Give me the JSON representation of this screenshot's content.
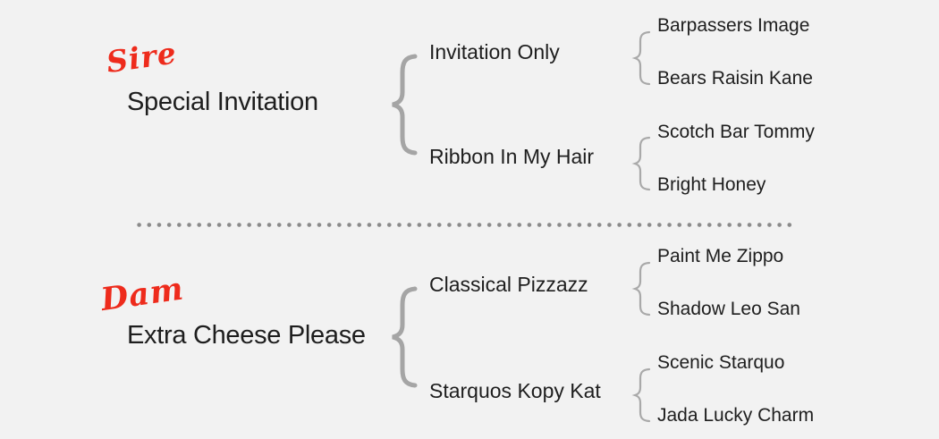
{
  "diagram_type": "pedigree-tree",
  "sire": {
    "role_label": "Sire",
    "name": "Special Invitation",
    "parents": [
      {
        "name": "Invitation Only",
        "grandparents": [
          "Barpassers Image",
          "Bears Raisin Kane"
        ]
      },
      {
        "name": "Ribbon In My Hair",
        "grandparents": [
          "Scotch Bar Tommy",
          "Bright Honey"
        ]
      }
    ]
  },
  "dam": {
    "role_label": "Dam",
    "name": "Extra Cheese Please",
    "parents": [
      {
        "name": "Classical Pizzazz",
        "grandparents": [
          "Paint Me Zippo",
          "Shadow Leo San"
        ]
      },
      {
        "name": "Starquos Kopy Kat",
        "grandparents": [
          "Scenic Starquo",
          "Jada Lucky Charm"
        ]
      }
    ]
  },
  "colors": {
    "background": "#f2f2f2",
    "text": "#1e1e1e",
    "accent_red": "#ee2b1c",
    "brace_large": "#a5a5a5",
    "brace_small": "#a9a9a9",
    "divider_dots": "#8b8b8b"
  }
}
